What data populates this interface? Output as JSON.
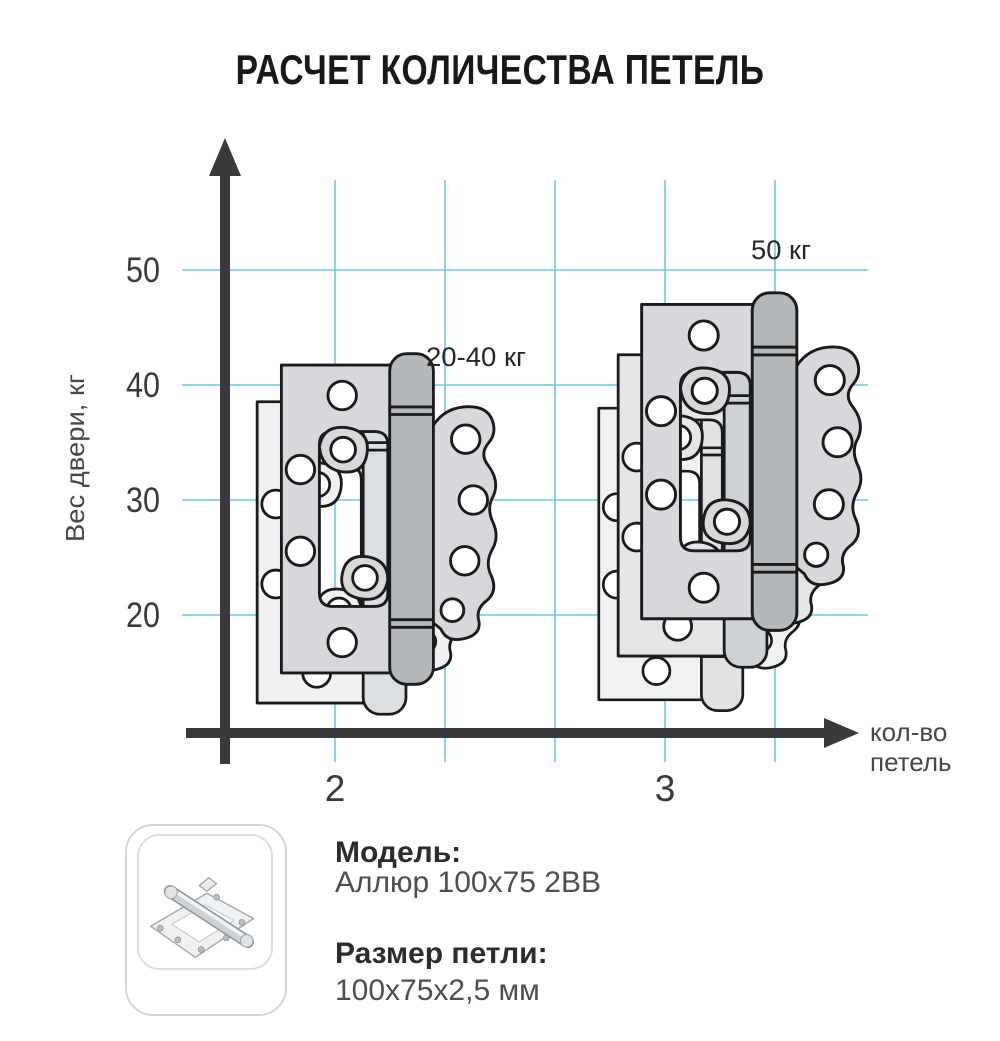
{
  "title": "РАСЧЕТ КОЛИЧЕСТВА ПЕТЕЛЬ",
  "chart": {
    "y_axis_label": "Вес двери, кг",
    "x_axis_label": [
      "кол-во",
      "петель"
    ],
    "y_ticks": [
      "50",
      "40",
      "30",
      "20"
    ],
    "x_ticks": [
      "2",
      "3"
    ],
    "annotations": {
      "two_hinges": "20-40 кг",
      "three_hinges": "50 кг"
    },
    "colors": {
      "grid": "#6fc8e3",
      "axis": "#3a3a3a"
    },
    "marker_icons": [
      "hinge-illustration",
      "hinge-illustration"
    ]
  },
  "chart_data": {
    "type": "scatter",
    "title": "РАСЧЕТ КОЛИЧЕСТВА ПЕТЕЛЬ",
    "xlabel": "кол-во петель",
    "ylabel": "Вес двери, кг",
    "x_ticks": [
      2,
      3
    ],
    "y_ticks": [
      20,
      30,
      40,
      50
    ],
    "ylim": [
      10,
      57
    ],
    "grid": true,
    "points": [
      {
        "hinges": 2,
        "door_weight_kg_min": 20,
        "door_weight_kg_max": 40,
        "label": "20-40 кг",
        "marker": "stack of 2 hinges"
      },
      {
        "hinges": 3,
        "door_weight_kg_min": 50,
        "door_weight_kg_max": 50,
        "label": "50 кг",
        "marker": "stack of 3 hinges"
      }
    ]
  },
  "footer": {
    "thumbnail_icon": "hinge-photo-icon",
    "model_label": "Модель:",
    "model_value": "Аллюр 100х75 2ВВ",
    "size_label": "Размер петли:",
    "size_value": "100х75х2,5 мм"
  }
}
